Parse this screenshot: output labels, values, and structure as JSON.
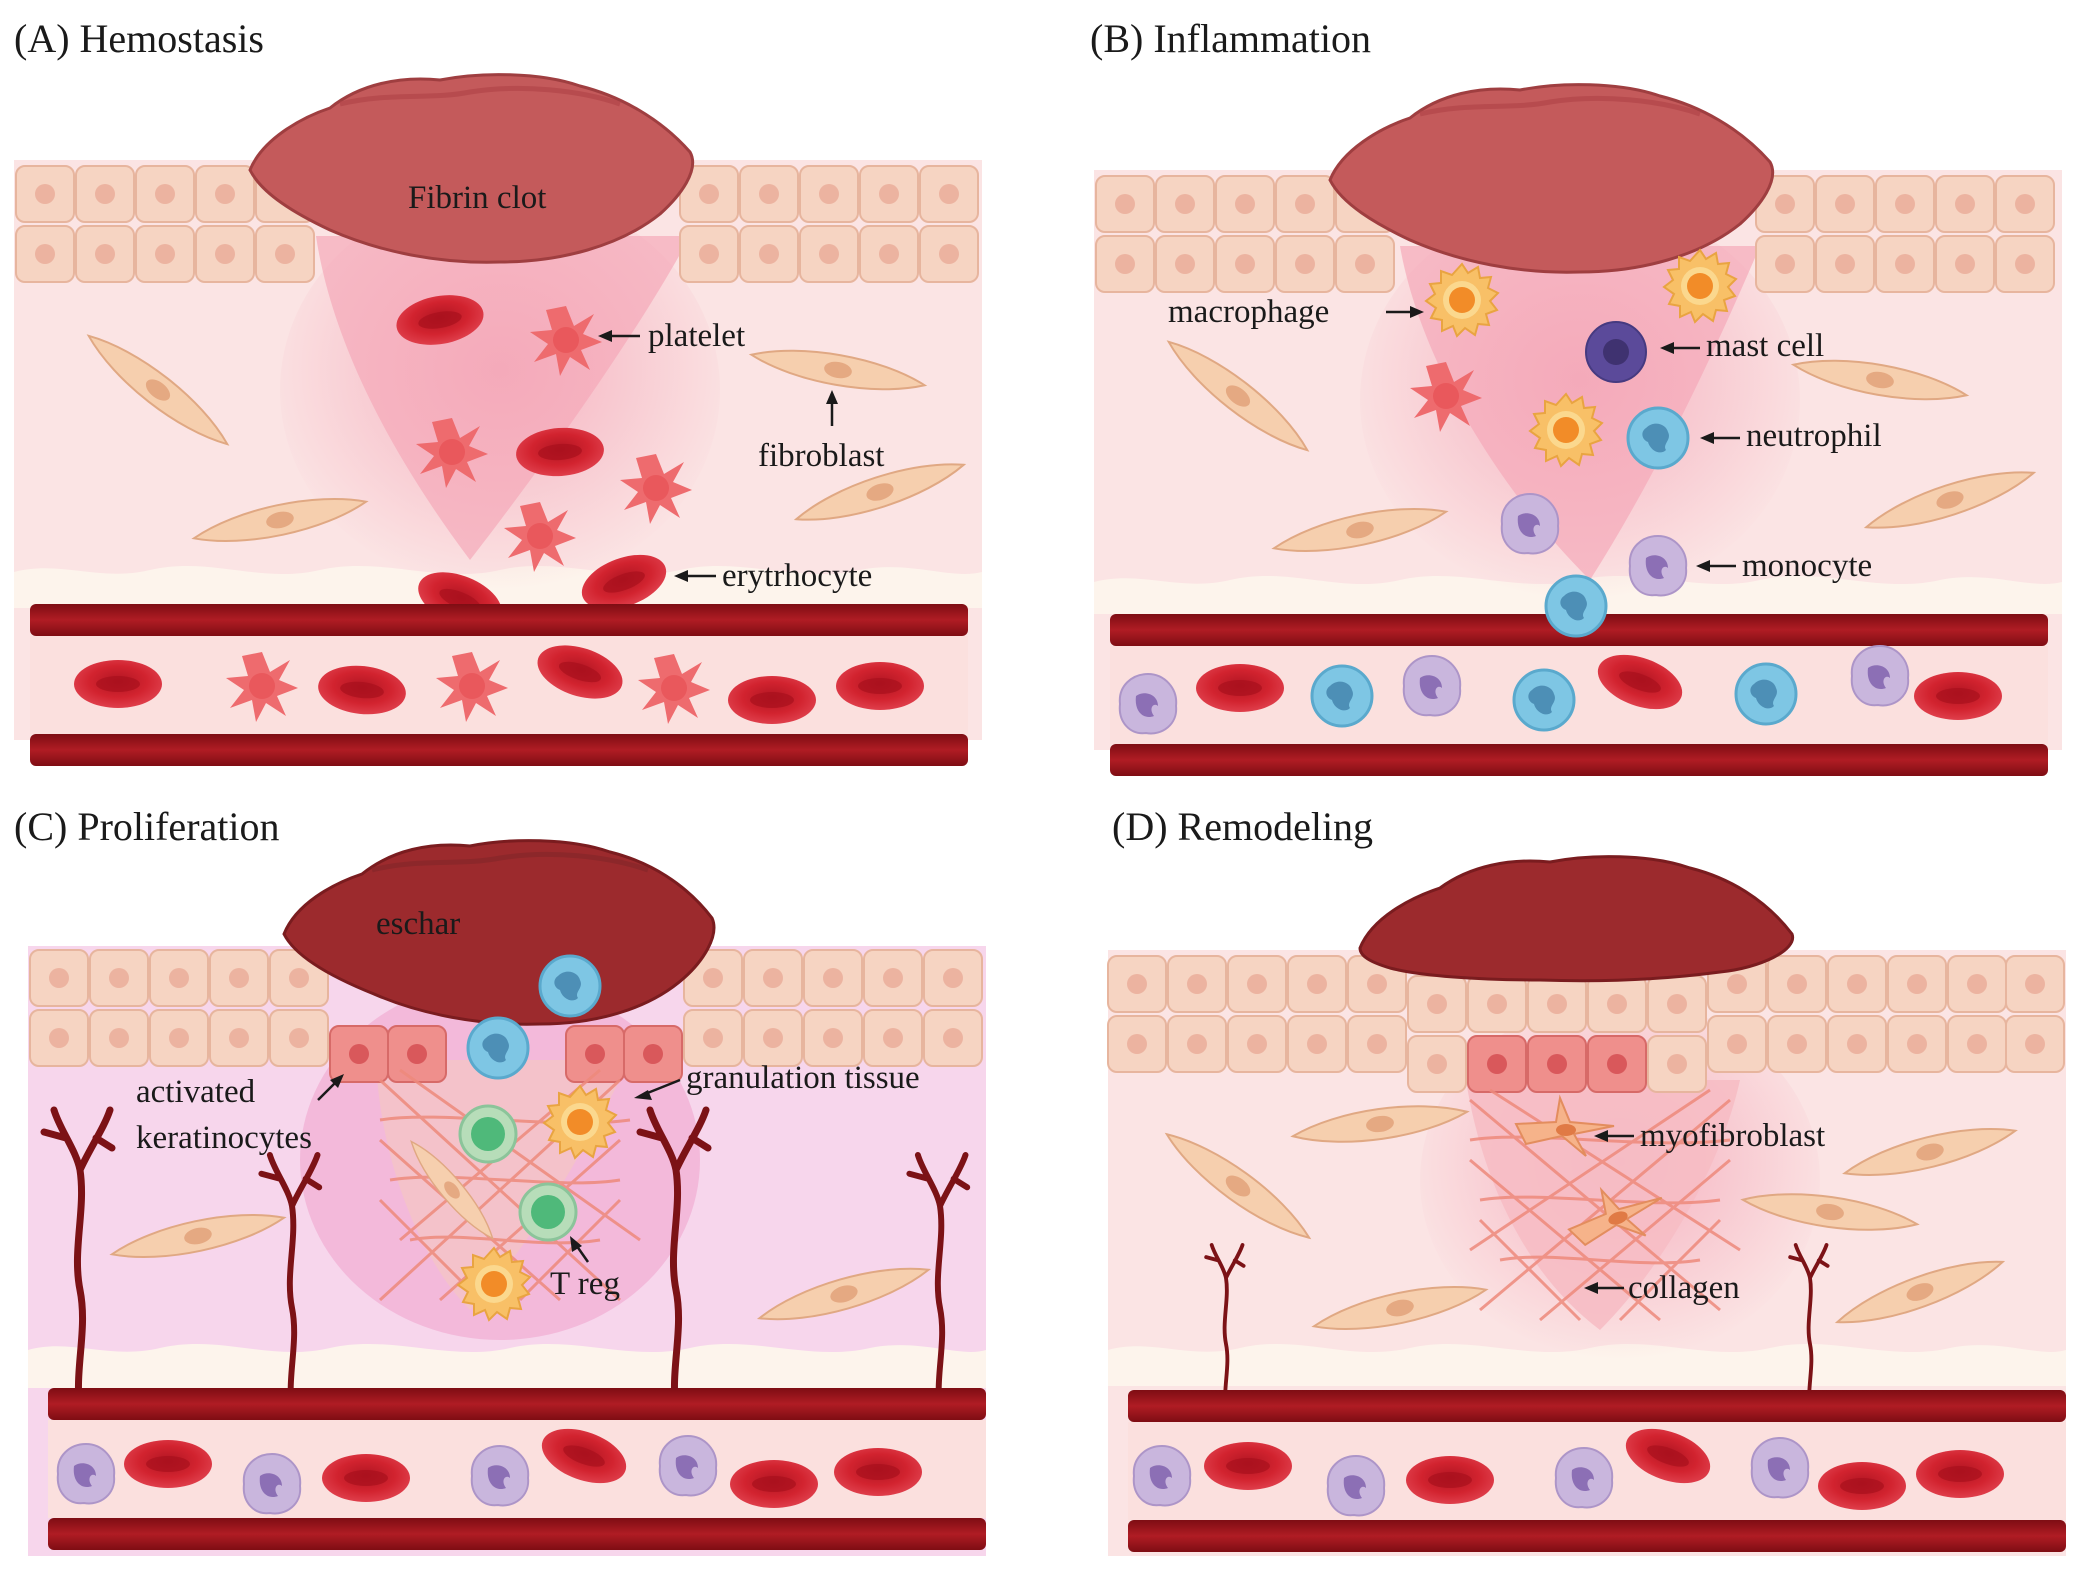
{
  "panels": {
    "a": {
      "title": "(A) Hemostasis",
      "labels": {
        "clot": "Fibrin clot",
        "platelet": "platelet",
        "fibroblast": "fibroblast",
        "erythrocyte": "erytrhocyte"
      }
    },
    "b": {
      "title": "(B) Inflammation",
      "labels": {
        "macrophage": "macrophage",
        "mast_cell": "mast cell",
        "neutrophil": "neutrophil",
        "monocyte": "monocyte"
      }
    },
    "c": {
      "title": "(C) Proliferation",
      "labels": {
        "eschar": "eschar",
        "activated": "activated",
        "keratinocytes": "keratinocytes",
        "granulation": "granulation tissue",
        "treg": "T reg"
      }
    },
    "d": {
      "title": "(D) Remodeling",
      "labels": {
        "myofibroblast": "myofibroblast",
        "collagen": "collagen"
      }
    }
  },
  "colors": {
    "keratinocyte": "#f6d4c2",
    "keratinocyte_activated": "#ef8f8c",
    "dermis": "#fbe4e4",
    "dermis_proliferation": "#f7d6ec",
    "vessel_wall": "#a3141c",
    "erythrocyte": "#d2232f",
    "platelet": "#ee6b6e",
    "clot": "#c45a5b",
    "eschar": "#9c2a2d",
    "fibroblast": "#f6cfae",
    "macrophage": "#f6a23a",
    "mast_cell": "#5b4a9a",
    "neutrophil": "#7ec6e4",
    "monocyte": "#c9b6dd",
    "treg": "#4fb97a"
  }
}
